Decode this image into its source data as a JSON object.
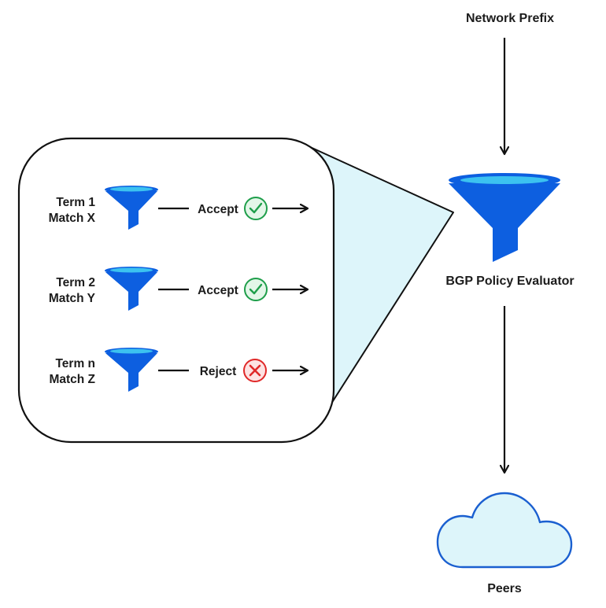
{
  "network_prefix_label": "Network Prefix",
  "evaluator_label": "BGP Policy Evaluator",
  "peers_label": "Peers",
  "terms": [
    {
      "line1": "Term 1",
      "line2": "Match X",
      "action": "Accept",
      "result": "accept"
    },
    {
      "line1": "Term 2",
      "line2": "Match Y",
      "action": "Accept",
      "result": "accept"
    },
    {
      "line1": "Term n",
      "line2": "Match Z",
      "action": "Reject",
      "result": "reject"
    }
  ],
  "colors": {
    "funnel_blue": "#0d5fe0",
    "funnel_rim": "#3cc2f0",
    "magnifier_fill": "#ddf5fa",
    "cloud_fill": "#ddf5fa",
    "cloud_stroke": "#1a5fd0",
    "accept_green": "#1e9e4a",
    "accept_fill": "#e3f6e8",
    "reject_red": "#e02828",
    "reject_fill": "#fde2e2",
    "line": "#111111"
  }
}
